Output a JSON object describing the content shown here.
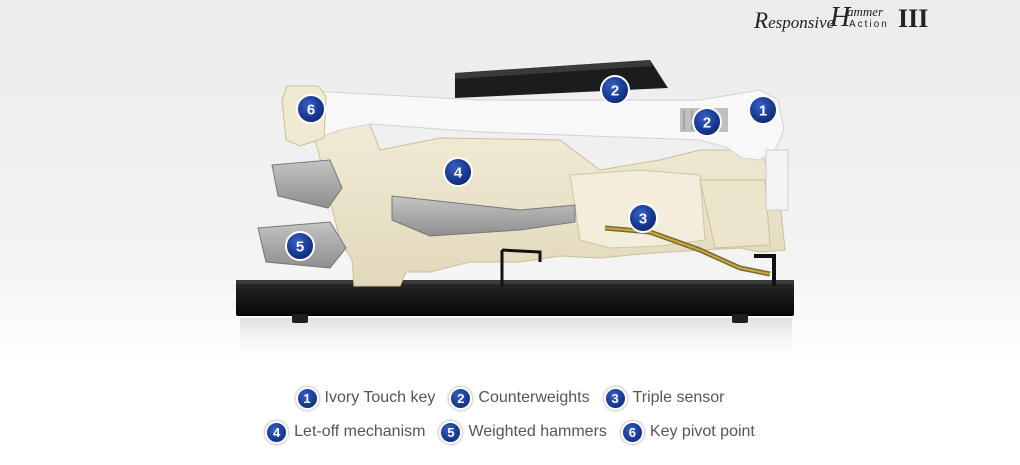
{
  "logo": {
    "r": "R",
    "esponsive": "esponsive",
    "h": "H",
    "ammer": "ammer",
    "action": "Action",
    "numeral": "III"
  },
  "markers": [
    {
      "num": "6",
      "name": "marker-key-pivot-point"
    },
    {
      "num": "2",
      "name": "marker-counterweights-top"
    },
    {
      "num": "2",
      "name": "marker-counterweights-right"
    },
    {
      "num": "1",
      "name": "marker-ivory-touch-key"
    },
    {
      "num": "4",
      "name": "marker-let-off-mechanism"
    },
    {
      "num": "3",
      "name": "marker-triple-sensor"
    },
    {
      "num": "5",
      "name": "marker-weighted-hammers"
    }
  ],
  "legend": {
    "row1": [
      {
        "num": "1",
        "label": "Ivory Touch key"
      },
      {
        "num": "2",
        "label": "Counterweights"
      },
      {
        "num": "3",
        "label": "Triple sensor"
      }
    ],
    "row2": [
      {
        "num": "4",
        "label": "Let-off mechanism"
      },
      {
        "num": "5",
        "label": "Weighted hammers"
      },
      {
        "num": "6",
        "label": "Key pivot point"
      }
    ]
  },
  "colors": {
    "marker_blue": "#1a3e99",
    "mechanism_cream": "#ede6cf",
    "key_white": "#f7f7f7",
    "base_black": "#141414",
    "hammer_grey": "#a8a8a8"
  }
}
